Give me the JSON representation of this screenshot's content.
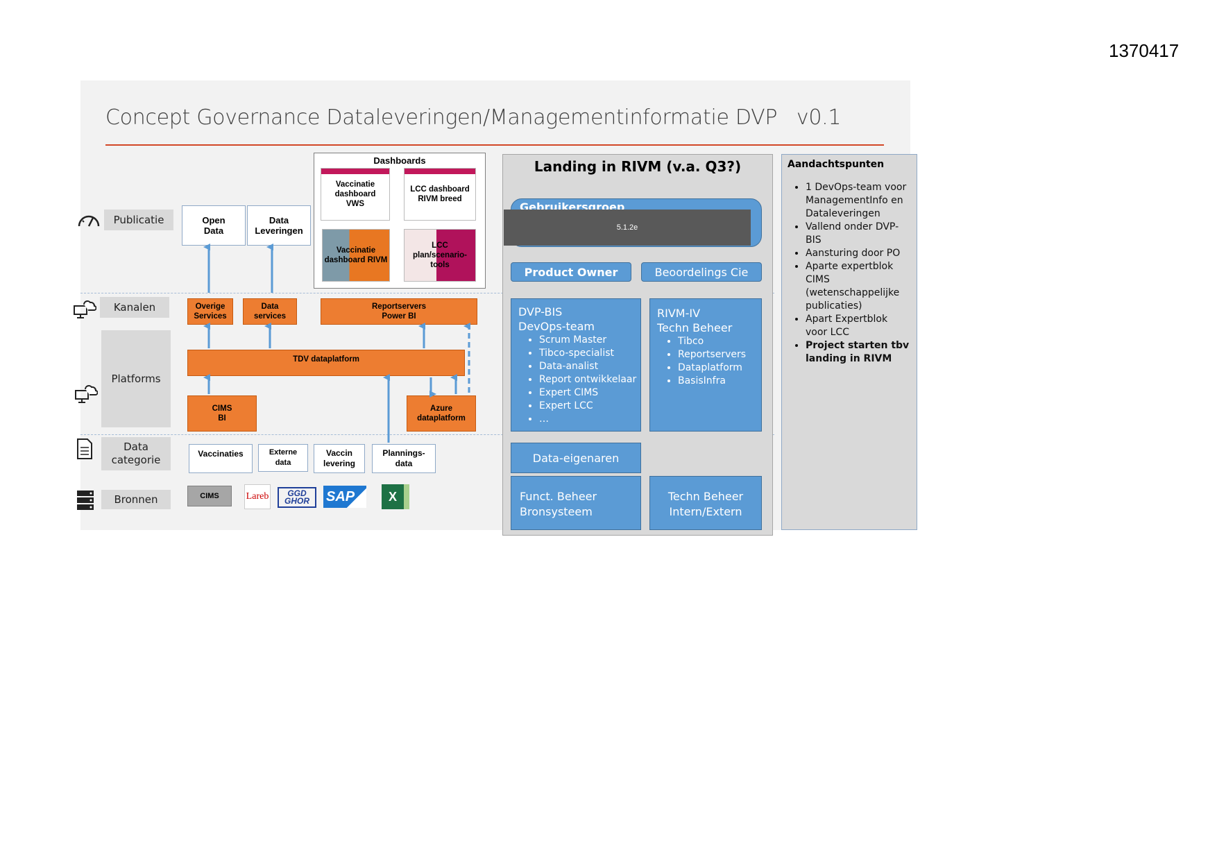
{
  "doc_id": "1370417",
  "title": "Concept Governance Dataleveringen/Managementinformatie DVP   v0.1",
  "rows": {
    "publicatie": "Publicatie",
    "kanalen": "Kanalen",
    "platforms": "Platforms",
    "data_categorie": "Data categorie",
    "bronnen": "Bronnen"
  },
  "publicatie": {
    "open_data": "Open Data",
    "data_leveringen": "Data Leveringen"
  },
  "dashboards": {
    "title": "Dashboards",
    "items": [
      "Vaccinatie dashboard VWS",
      "LCC dashboard RIVM breed",
      "Vaccinatie dashboard RIVM",
      "LCC plan/scenario-tools"
    ]
  },
  "kanalen": {
    "overige_services": "Overige Services",
    "data_services": "Data services",
    "reportservers": "Reportservers Power BI"
  },
  "platforms": {
    "tdv": "TDV dataplatform",
    "cims_bi": "CIMS BI",
    "azure": "Azure dataplatform"
  },
  "data_categorie": {
    "vaccinaties": "Vaccinaties",
    "externe_data": "Externe data",
    "vaccin_levering": "Vaccin levering",
    "plannings_data": "Plannings-data"
  },
  "bronnen": {
    "cims": "CIMS",
    "lareb": "Lareb",
    "ggd_ghor": "GGD GHOR",
    "sap": "SAP",
    "excel": "X"
  },
  "landing": {
    "title": "Landing in RIVM (v.a. Q3?)",
    "gebruikersgroep": "Gebruikersgroep",
    "redaction": "5.1.2e",
    "product_owner": "Product Owner",
    "beoordelings_cie": "Beoordelings Cie",
    "dvp_bis": {
      "title1": "DVP-BIS",
      "title2": "DevOps-team",
      "items": [
        "Scrum Master",
        "Tibco-specialist",
        "Data-analist",
        "Report ontwikkelaar",
        "Expert CIMS",
        "Expert LCC",
        "…"
      ]
    },
    "rivm_iv": {
      "title1": "RIVM-IV",
      "title2": "Techn Beheer",
      "items": [
        "Tibco",
        "Reportservers",
        "Dataplatform",
        "BasisInfra"
      ]
    },
    "data_eigenaren": "Data-eigenaren",
    "funct_beheer_1": "Funct. Beheer",
    "funct_beheer_2": "Bronsysteem",
    "techn_beheer_1": "Techn Beheer",
    "techn_beheer_2": "Intern/Extern"
  },
  "aandachtspunten": {
    "title": "Aandachtspunten",
    "items": [
      "1 DevOps-team voor ManagementInfo en Dataleveringen",
      "Vallend onder DVP-BIS",
      "Aansturing door PO",
      "Aparte expertblok CIMS (wetenschappelijke publicaties)",
      "Apart Expertblok voor LCC"
    ],
    "bold_item": "Project starten tbv landing in RIVM"
  },
  "colors": {
    "accent_red": "#d24726",
    "orange": "#ed7d31",
    "blue": "#5b9bd5",
    "grey": "#d9d9d9",
    "arrow": "#5b9bd5"
  },
  "icons": [
    "gauge-icon",
    "cloud-monitor-icon",
    "document-icon",
    "server-icon"
  ]
}
